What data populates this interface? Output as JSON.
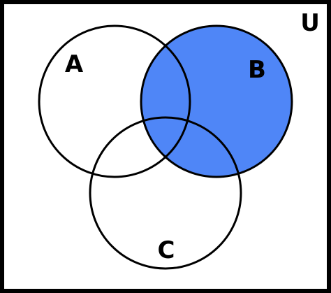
{
  "universe": {
    "label": "U"
  },
  "sets": {
    "a": {
      "label": "A",
      "shaded": false
    },
    "b": {
      "label": "B",
      "shaded": true
    },
    "c": {
      "label": "C",
      "shaded": false
    }
  },
  "colors": {
    "shaded_fill": "#4f86f7",
    "unshaded_fill": "#ffffff",
    "outline": "#000000",
    "background": "#ffffff"
  }
}
